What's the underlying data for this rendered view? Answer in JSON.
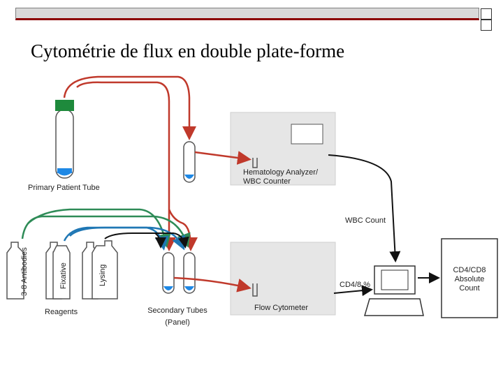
{
  "slide": {
    "title": "Cytométrie de flux en double plate-forme"
  },
  "labels": {
    "primary_tube": "Primary Patient Tube",
    "hematology_line1": "Hematology Analyzer/",
    "hematology_line2": "WBC Counter",
    "wbc_count": "WBC Count",
    "cd4_percent": "CD4/8 %",
    "flow_cytometer": "Flow Cytometer",
    "absolute_line1": "CD4/CD8",
    "absolute_line2": "Absolute",
    "absolute_line3": "Count",
    "antibodies": "3-8 Antibodies",
    "fixative": "Fixative",
    "lysing": "Lysing",
    "reagents": "Reagents",
    "secondary_line1": "Secondary Tubes",
    "secondary_line2": "(Panel)"
  },
  "colors": {
    "red_arrow": "#c0392b",
    "green_arrow": "#2e8b57",
    "blue_arrow": "#1f77b4",
    "black_arrow": "#111111",
    "cap_green": "#1e8a3c",
    "sample_blue": "#1e88e5",
    "instrument_gray": "#e6e6e6",
    "title_rule": "#8b0000"
  }
}
